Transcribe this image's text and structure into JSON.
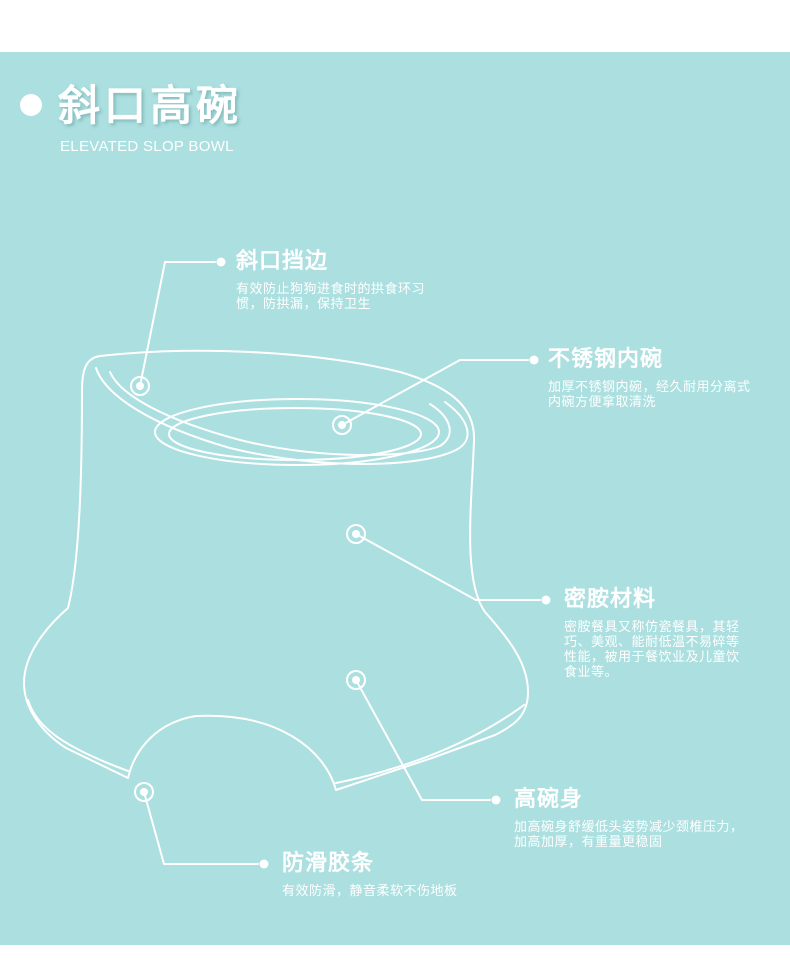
{
  "heading": {
    "title": "斜口高碗",
    "subtitle": "ELEVATED SLOP BOWL"
  },
  "colors": {
    "panel": "#acdfe0",
    "line": "#ffffff"
  },
  "features": [
    {
      "title": "斜口挡边",
      "desc": "有效防止狗狗进食时的拱食环习惯，防拱漏，保持卫生"
    },
    {
      "title": "不锈钢内碗",
      "desc": "加厚不锈钢内碗，经久耐用分离式内碗方便拿取清洗"
    },
    {
      "title": "密胺材料",
      "desc": "密胺餐具又称仿瓷餐具，其轻巧、美观、能耐低温不易碎等性能，被用于餐饮业及儿童饮食业等。"
    },
    {
      "title": "高碗身",
      "desc": "加高碗身舒缓低头姿势减少颈椎压力，加高加厚，有重量更稳固"
    },
    {
      "title": "防滑胶条",
      "desc": "有效防滑，静音柔软不伤地板"
    }
  ]
}
